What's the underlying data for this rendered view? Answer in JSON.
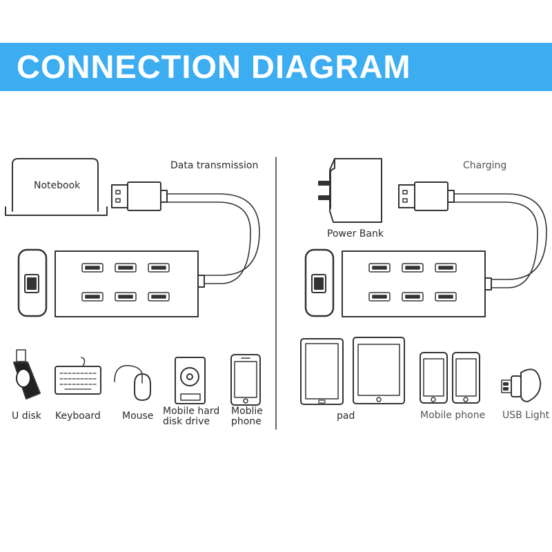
{
  "title": "CONNECTION DIAGRAM",
  "colors": {
    "banner": "#3dadf2",
    "line": "#333333"
  },
  "left_panel": {
    "mode_label": "Data transmission",
    "host_label": "Notebook",
    "devices": [
      {
        "icon": "usb-flash-drive-icon",
        "label": "U disk"
      },
      {
        "icon": "keyboard-icon",
        "label": "Keyboard"
      },
      {
        "icon": "mouse-icon",
        "label": "Mouse"
      },
      {
        "icon": "hard-disk-icon",
        "label_line1": "Mobile hard",
        "label_line2": "disk drive"
      },
      {
        "icon": "mobile-phone-icon",
        "label_line1": "Moblie",
        "label_line2": "phone"
      }
    ]
  },
  "right_panel": {
    "mode_label": "Charging",
    "host_label": "Power Bank",
    "devices": [
      {
        "icon": "tablet-icon",
        "label": "pad"
      },
      {
        "icon": "mobile-phone-icon",
        "label": "Mobile phone"
      },
      {
        "icon": "usb-light-icon",
        "label": "USB Light"
      }
    ]
  }
}
